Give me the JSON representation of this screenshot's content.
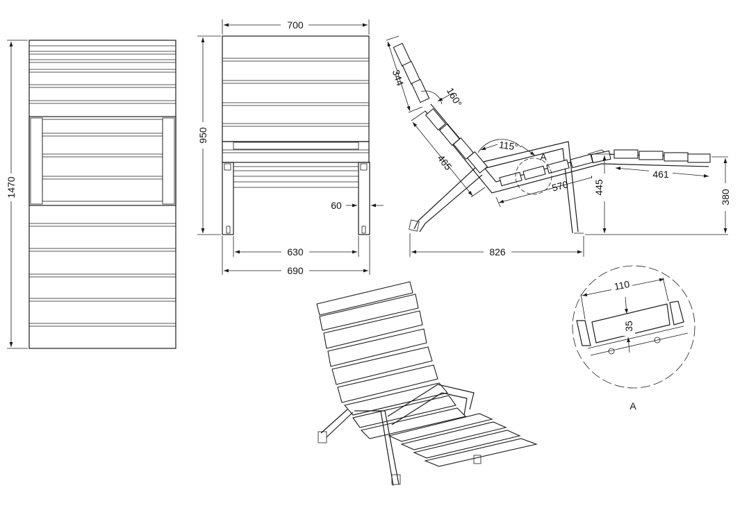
{
  "dimensions": {
    "total_length": "1470",
    "front_width": "700",
    "front_height": "950",
    "foot_offset": "60",
    "inner_leg_span": "630",
    "outer_leg_span": "690",
    "backrest_top": "344",
    "angle_top": "160°",
    "backrest_lower": "465",
    "angle_seat": "115°",
    "seat_length": "570",
    "seat_height": "445",
    "footrest_length": "461",
    "footrest_height": "380",
    "base_length": "826",
    "slat_width": "110",
    "slat_thickness": "35"
  },
  "labels": {
    "detail_marker": "A",
    "detail_caption": "A"
  }
}
